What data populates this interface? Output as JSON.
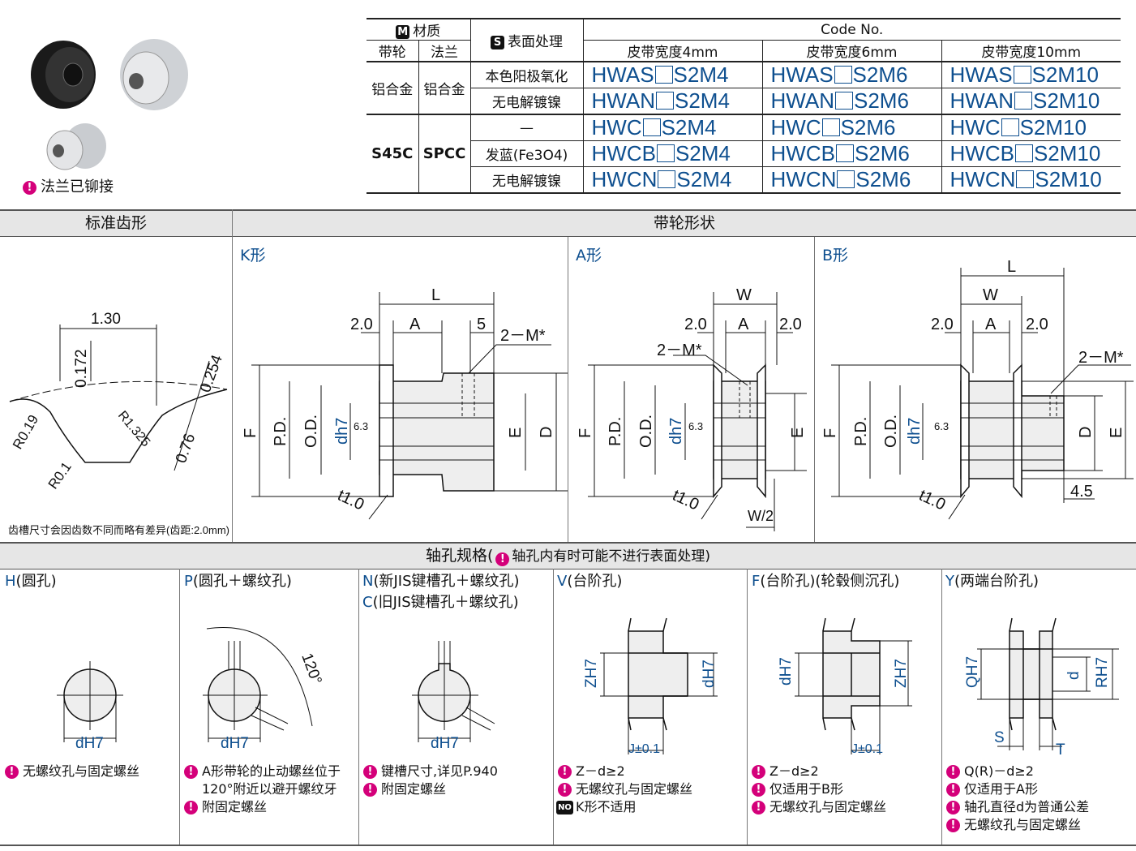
{
  "photo_note": "法兰已铆接",
  "table": {
    "m_badge": "M",
    "material": "材质",
    "s_badge": "S",
    "surface": "表面处理",
    "code_no": "Code No.",
    "pulley": "带轮",
    "flange": "法兰",
    "widths": [
      "皮带宽度4mm",
      "皮带宽度6mm",
      "皮带宽度10mm"
    ],
    "groups": [
      {
        "pulley": "铝合金",
        "flange": "铝合金",
        "rows": [
          {
            "surface": "本色阳极氧化",
            "prefix": "HWAS",
            "suffixes": [
              "S2M4",
              "S2M6",
              "S2M10"
            ]
          },
          {
            "surface": "无电解镀镍",
            "prefix": "HWAN",
            "suffixes": [
              "S2M4",
              "S2M6",
              "S2M10"
            ]
          }
        ]
      },
      {
        "pulley": "S45C",
        "flange": "SPCC",
        "rows": [
          {
            "surface": "—",
            "prefix": "HWC",
            "suffixes": [
              "S2M4",
              "S2M6",
              "S2M10"
            ]
          },
          {
            "surface": "发蓝(Fe3O4)",
            "prefix": "HWCB",
            "suffixes": [
              "S2M4",
              "S2M6",
              "S2M10"
            ]
          },
          {
            "surface": "无电解镀镍",
            "prefix": "HWCN",
            "suffixes": [
              "S2M4",
              "S2M6",
              "S2M10"
            ]
          }
        ]
      }
    ]
  },
  "tooth": {
    "title": "标准齿形",
    "dims": {
      "pitch": "1.30",
      "h1": "0.172",
      "h2": "0.254",
      "r1": "R0.19",
      "r2": "R1.325",
      "h3": "0.76",
      "r3": "R0.1"
    },
    "footnote": "齿槽尺寸会因齿数不同而略有差异(齿距:2.0mm)"
  },
  "shape": {
    "title": "带轮形状",
    "k": {
      "name": "K形",
      "L": "L",
      "c20": "2.0",
      "A": "A",
      "five": "5",
      "M": "2－M*",
      "F": "F",
      "PD": "P.D.",
      "OD": "O.D.",
      "d": "dh7",
      "r": "6.3",
      "E": "E",
      "D": "D",
      "t": "t1.0"
    },
    "a": {
      "name": "A形",
      "W": "W",
      "c20": "2.0",
      "A": "A",
      "M": "2－M*",
      "F": "F",
      "PD": "P.D.",
      "OD": "O.D.",
      "d": "dh7",
      "r": "6.3",
      "E": "E",
      "t": "t1.0",
      "W2": "W/2"
    },
    "b": {
      "name": "B形",
      "L": "L",
      "W": "W",
      "c20": "2.0",
      "A": "A",
      "M": "2－M*",
      "F": "F",
      "PD": "P.D.",
      "OD": "O.D.",
      "d": "dh7",
      "r": "6.3",
      "D": "D",
      "E": "E",
      "t": "t1.0",
      "c45": "4.5"
    }
  },
  "bore": {
    "title": "轴孔规格(",
    "title_note": "轴孔内有时可能不进行表面处理)",
    "cols": [
      {
        "code": "H",
        "title": "(圆孔)",
        "labels": {
          "d": "dH7"
        },
        "notes": [
          {
            "icon": "!",
            "text": "无螺纹孔与固定螺丝"
          }
        ]
      },
      {
        "code": "P",
        "title": "(圆孔＋螺纹孔)",
        "labels": {
          "d": "dH7",
          "angle": "120°"
        },
        "notes": [
          {
            "icon": "!",
            "text": "A形带轮的止动螺丝位于120°附近以避开螺纹牙"
          },
          {
            "icon": "!",
            "text": "附固定螺丝"
          }
        ]
      },
      {
        "code": "N",
        "title": "(新JIS键槽孔＋螺纹孔)",
        "code2": "C",
        "title2": "(旧JIS键槽孔＋螺纹孔)",
        "labels": {
          "d": "dH7"
        },
        "notes": [
          {
            "icon": "!",
            "text": "键槽尺寸,详见P.940"
          },
          {
            "icon": "!",
            "text": "附固定螺丝"
          }
        ]
      },
      {
        "code": "V",
        "title": "(台阶孔)",
        "labels": {
          "z": "ZH7",
          "d": "dH7",
          "j": "J±0.1"
        },
        "notes": [
          {
            "icon": "!",
            "text": "Z－d≥2"
          },
          {
            "icon": "!",
            "text": "无螺纹孔与固定螺丝"
          },
          {
            "icon": "NO",
            "text": "K形不适用"
          }
        ]
      },
      {
        "code": "F",
        "title": "(台阶孔)(轮毂侧沉孔)",
        "labels": {
          "z": "ZH7",
          "d": "dH7",
          "j": "J±0.1"
        },
        "notes": [
          {
            "icon": "!",
            "text": "Z－d≥2"
          },
          {
            "icon": "!",
            "text": "仅适用于B形"
          },
          {
            "icon": "!",
            "text": "无螺纹孔与固定螺丝"
          }
        ]
      },
      {
        "code": "Y",
        "title": "(两端台阶孔)",
        "labels": {
          "q": "QH7",
          "d": "d",
          "r": "RH7",
          "s": "S",
          "t": "T"
        },
        "notes": [
          {
            "icon": "!",
            "text": "Q(R)－d≥2"
          },
          {
            "icon": "!",
            "text": "仅适用于A形"
          },
          {
            "icon": "!",
            "text": "轴孔直径d为普通公差"
          },
          {
            "icon": "!",
            "text": "无螺纹孔与固定螺丝"
          }
        ]
      }
    ]
  },
  "colors": {
    "blue": "#0e4f8f",
    "magenta": "#d4007a",
    "header_gray": "#e6e6e6"
  }
}
